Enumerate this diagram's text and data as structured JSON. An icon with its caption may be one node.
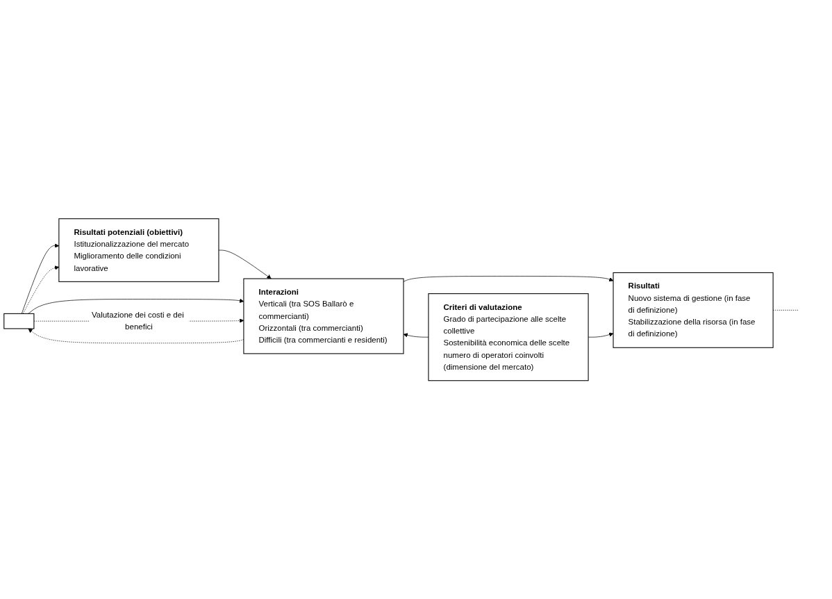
{
  "diagram": {
    "nodes": [
      {
        "text": [],
        "shape": "box"
      },
      {
        "text": [
          "Risultati potenziali (obiettivi)",
          "Istituzionalizzazione del mercato",
          "Miglioramento delle condizioni lavorative"
        ]
      },
      {
        "text": [
          "Interazioni",
          "Verticali (tra SOS Ballarò e commercianti)",
          "Orizzontali (tra commercianti)",
          "Difficili (tra commercianti e residenti)"
        ]
      },
      {
        "text": [
          "Criteri di valutazione",
          "Grado di partecipazione alle scelte collettive",
          "Sostenibilità economica delle scelte",
          "numero di operatori coinvolti (dimensione del mercato)"
        ]
      },
      {
        "text": [
          "Risultati",
          "Nuovo sistema di gestione (in fase di definizione)",
          "Stabilizzazione della risorsa (in fase di definizione)"
        ]
      }
    ],
    "edges": [
      {
        "from": 0,
        "to": 1,
        "arrow": "to"
      },
      {
        "from": 1,
        "to": 2,
        "arrow": "to"
      },
      {
        "from": 0,
        "to": 2,
        "arrow": "to"
      },
      {
        "from": 2,
        "to": 0,
        "arrow": "to",
        "style": "dashed"
      },
      {
        "from": 0,
        "to": 1,
        "arrow": "to",
        "style": "dashed"
      },
      {
        "from": 0,
        "to": 2,
        "arrow": "to",
        "style": "dashed",
        "label": "Valutazione dei costi e dei benefici"
      },
      {
        "from": 2,
        "to": 4,
        "arrow": "to"
      },
      {
        "from": 3,
        "to": 2,
        "arrow": "to"
      },
      {
        "from": 3,
        "to": 4,
        "arrow": "to"
      },
      {
        "from": 4,
        "to": null,
        "arrow": "none",
        "style": "dashed"
      }
    ]
  }
}
